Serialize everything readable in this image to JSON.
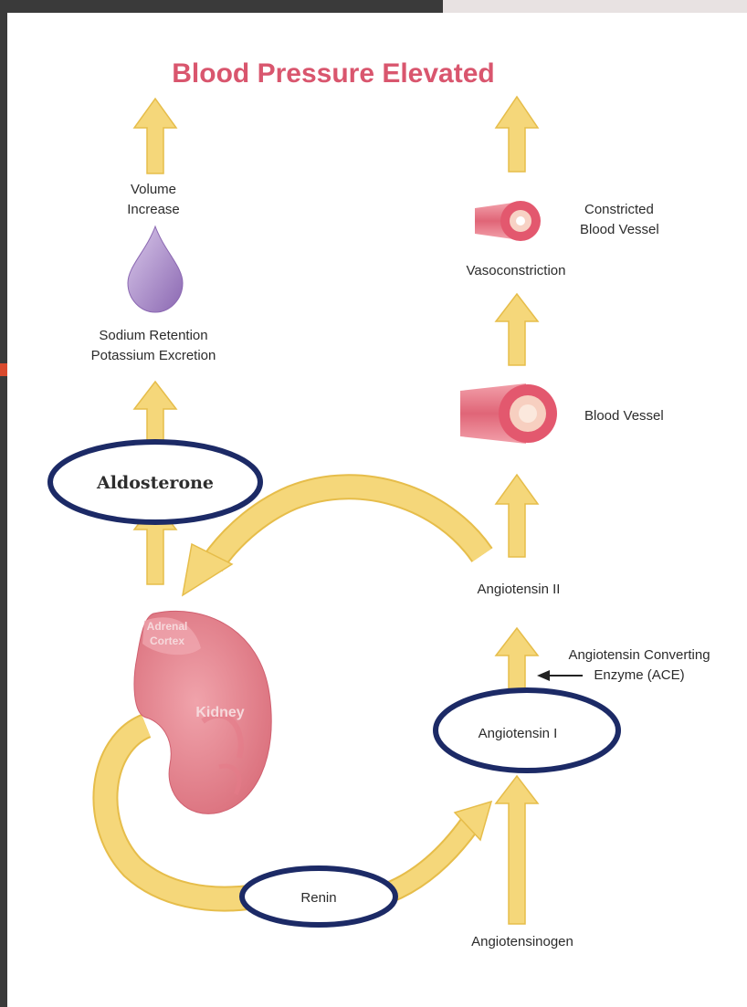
{
  "diagram": {
    "title": "Blood Pressure Elevated",
    "left_branch": {
      "volume_line1": "Volume",
      "volume_line2": "Increase",
      "sodium_line1": "Sodium Retention",
      "sodium_line2": "Potassium Excretion",
      "aldosterone": "Aldosterone",
      "droplet_icon": "water-droplet-icon"
    },
    "right_branch": {
      "constricted_line1": "Constricted",
      "constricted_line2": "Blood Vessel",
      "vasoconstriction": "Vasoconstriction",
      "blood_vessel": "Blood Vessel",
      "angiotensin_ii": "Angiotensin II",
      "ace_line1": "Angiotensin Converting",
      "ace_line2": "Enzyme (ACE)",
      "angiotensin_i": "Angiotensin I",
      "angiotensinogen": "Angiotensinogen"
    },
    "kidney": {
      "adrenal_line1": "Adrenal",
      "adrenal_line2": "Cortex",
      "label": "Kidney"
    },
    "renin": "Renin"
  },
  "colors": {
    "arrow": "#f5d77a",
    "arrow_edge": "#e6bd4a",
    "title": "#d9566e",
    "highlight_ellipse": "#1c2a66",
    "kidney": "#e88a95",
    "vessel": "#e86a7c",
    "droplet": "#a98cc4"
  }
}
